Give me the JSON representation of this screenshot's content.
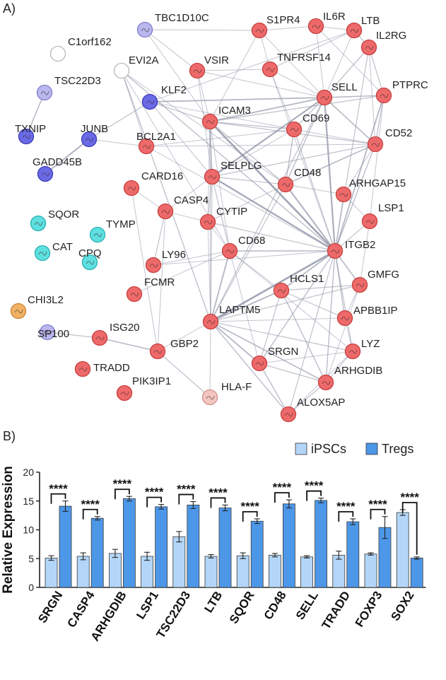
{
  "panel_a": {
    "label": "A)",
    "colors": {
      "red": "#ee6a6a",
      "red_stroke": "#c53d3d",
      "blue": "#6a6ae6",
      "blue_stroke": "#3b3bb5",
      "lavender": "#b9b7ee",
      "lavender_stroke": "#7f7dc8",
      "cyan": "#5ee0e0",
      "cyan_stroke": "#2aaeb0",
      "orange": "#f2b266",
      "orange_stroke": "#c9822e",
      "pink": "#f4c6c0",
      "pink_stroke": "#d08f87",
      "white": "#ffffff",
      "white_stroke": "#b8b8b8",
      "edge": "#8e93a6"
    },
    "nodes": [
      {
        "id": "TBC1D10C",
        "color": "lavender"
      },
      {
        "id": "C1orf162",
        "color": "white"
      },
      {
        "id": "EVI2A",
        "color": "white"
      },
      {
        "id": "TSC22D3",
        "color": "lavender"
      },
      {
        "id": "KLF2",
        "color": "blue"
      },
      {
        "id": "TXNIP",
        "color": "blue"
      },
      {
        "id": "JUNB",
        "color": "blue"
      },
      {
        "id": "GADD45B",
        "color": "blue"
      },
      {
        "id": "BCL2A1",
        "color": "red"
      },
      {
        "id": "CARD16",
        "color": "red"
      },
      {
        "id": "CASP4",
        "color": "red"
      },
      {
        "id": "SQOR",
        "color": "cyan"
      },
      {
        "id": "TYMP",
        "color": "cyan"
      },
      {
        "id": "CAT",
        "color": "cyan"
      },
      {
        "id": "CPQ",
        "color": "cyan"
      },
      {
        "id": "LY96",
        "color": "red"
      },
      {
        "id": "FCMR",
        "color": "red"
      },
      {
        "id": "CHI3L2",
        "color": "orange"
      },
      {
        "id": "SP100",
        "color": "lavender"
      },
      {
        "id": "ISG20",
        "color": "red"
      },
      {
        "id": "TRADD",
        "color": "red"
      },
      {
        "id": "GBP2",
        "color": "red"
      },
      {
        "id": "PIK3IP1",
        "color": "red"
      },
      {
        "id": "HLA-F",
        "color": "pink"
      },
      {
        "id": "S1PR4",
        "color": "red"
      },
      {
        "id": "IL6R",
        "color": "red"
      },
      {
        "id": "LTB",
        "color": "red"
      },
      {
        "id": "IL2RG",
        "color": "red"
      },
      {
        "id": "VSIR",
        "color": "red"
      },
      {
        "id": "TNFRSF14",
        "color": "red"
      },
      {
        "id": "SELL",
        "color": "red"
      },
      {
        "id": "PTPRC",
        "color": "red"
      },
      {
        "id": "ICAM3",
        "color": "red"
      },
      {
        "id": "CD69",
        "color": "red"
      },
      {
        "id": "CD52",
        "color": "red"
      },
      {
        "id": "SELPLG",
        "color": "red"
      },
      {
        "id": "CD48",
        "color": "red"
      },
      {
        "id": "ARHGAP15",
        "color": "red"
      },
      {
        "id": "CYTIP",
        "color": "red"
      },
      {
        "id": "LSP1",
        "color": "red"
      },
      {
        "id": "CD68",
        "color": "red"
      },
      {
        "id": "ITGB2",
        "color": "red"
      },
      {
        "id": "GMFG",
        "color": "red"
      },
      {
        "id": "HCLS1",
        "color": "red"
      },
      {
        "id": "LAPTM5",
        "color": "red"
      },
      {
        "id": "APBB1IP",
        "color": "red"
      },
      {
        "id": "LYZ",
        "color": "red"
      },
      {
        "id": "SRGN",
        "color": "red"
      },
      {
        "id": "ARHGDIB",
        "color": "red"
      },
      {
        "id": "ALOX5AP",
        "color": "red"
      }
    ]
  },
  "panel_b": {
    "label": "B)",
    "colors": {
      "ipsc_fill": "#b3d6f8",
      "ipsc_stroke": "#3a3a3a",
      "treg_fill": "#4d97e8",
      "treg_stroke": "#3a3a3a",
      "axis": "#222222"
    },
    "chart_data": {
      "type": "bar",
      "ylabel": "Relative Expression",
      "ylim": [
        0,
        20
      ],
      "yticks": [
        "0",
        "5",
        "10",
        "15",
        "20"
      ],
      "categories": [
        "SRGN",
        "CASP4",
        "ARHGDIB",
        "LSP1",
        "TSC22D3",
        "LTB",
        "SQOR",
        "CD48",
        "SELL",
        "TRADD",
        "FOXP3",
        "SOX2"
      ],
      "legend_position": "top-right",
      "series": [
        {
          "name": "iPSCs",
          "values": [
            5.1,
            5.4,
            5.9,
            5.4,
            8.8,
            5.4,
            5.5,
            5.6,
            5.3,
            5.6,
            5.8,
            13.0
          ],
          "errors": [
            0.4,
            0.6,
            0.7,
            0.7,
            0.9,
            0.3,
            0.5,
            0.3,
            0.2,
            0.7,
            0.2,
            0.5
          ]
        },
        {
          "name": "Tregs",
          "values": [
            14.1,
            12.0,
            15.4,
            14.0,
            14.3,
            13.8,
            11.5,
            14.5,
            15.1,
            11.4,
            10.4,
            5.1
          ],
          "errors": [
            0.9,
            0.3,
            0.4,
            0.4,
            0.6,
            0.5,
            0.4,
            0.7,
            0.4,
            0.5,
            1.9,
            0.2
          ]
        }
      ],
      "significance": [
        "****",
        "****",
        "****",
        "****",
        "****",
        "****",
        "****",
        "****",
        "****",
        "****",
        "****",
        "****"
      ]
    }
  }
}
